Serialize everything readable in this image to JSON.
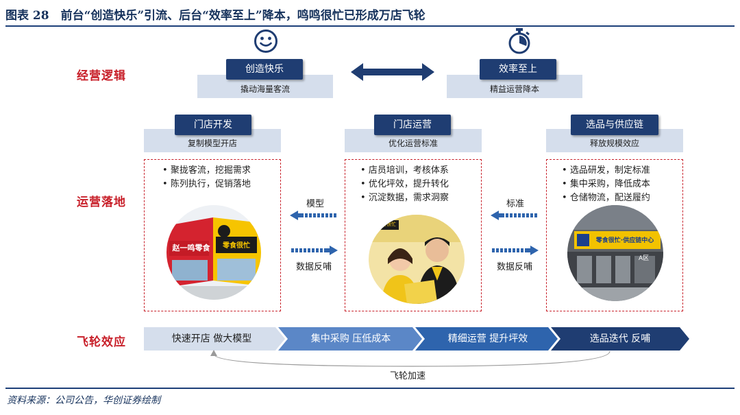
{
  "figure": {
    "title": "图表 28　前台“创造快乐”引流、后台“效率至上”降本，鸣鸣很忙已形成万店飞轮"
  },
  "rows": {
    "logic": "经营逻辑",
    "landing": "运营落地",
    "flywheel": "飞轮效应"
  },
  "logic": {
    "left": {
      "title": "创造快乐",
      "sub": "撬动海量客流",
      "icon": "smiley-icon"
    },
    "right": {
      "title": "效率至上",
      "sub": "精益运营降本",
      "icon": "stopwatch-icon"
    }
  },
  "pillars": [
    {
      "title": "门店开发",
      "sub": "复制模型开店",
      "bullets": [
        "聚拢客流，挖掘需求",
        "陈列执行，促销落地"
      ]
    },
    {
      "title": "门店运营",
      "sub": "优化运营标准",
      "bullets": [
        "店员培训，考核体系",
        "优化坪效，提升转化",
        "沉淀数据，需求洞察"
      ]
    },
    {
      "title": "选品与供应链",
      "sub": "释放规模效应",
      "bullets": [
        "选品研发，制定标准",
        "集中采购，降低成本",
        "仓储物流，配送履约"
      ]
    }
  ],
  "photo_signs": {
    "store_red": "赵一鸣零食",
    "store_yellow": "零食很忙",
    "staff_sign": "零食很忙",
    "warehouse": "零食很忙·供应链中心",
    "warehouse_zone": "A区"
  },
  "connectors": {
    "left_top": "模型",
    "left_bottom": "数据反哺",
    "right_top": "标准",
    "right_bottom": "数据反哺"
  },
  "flywheel": {
    "segments": [
      "快速开店  做大模型",
      "集中采购  压低成本",
      "精细运营  提升坪效",
      "选品迭代  反哺"
    ],
    "loop_label": "飞轮加速"
  },
  "source": "资料来源：公司公告，华创证券绘制",
  "colors": {
    "navy": "#1f3d72",
    "light_blue": "#d5deec",
    "red": "#c8202a",
    "band": [
      "#d5deec",
      "#5b87c7",
      "#2e64ad",
      "#1f3d72"
    ]
  }
}
